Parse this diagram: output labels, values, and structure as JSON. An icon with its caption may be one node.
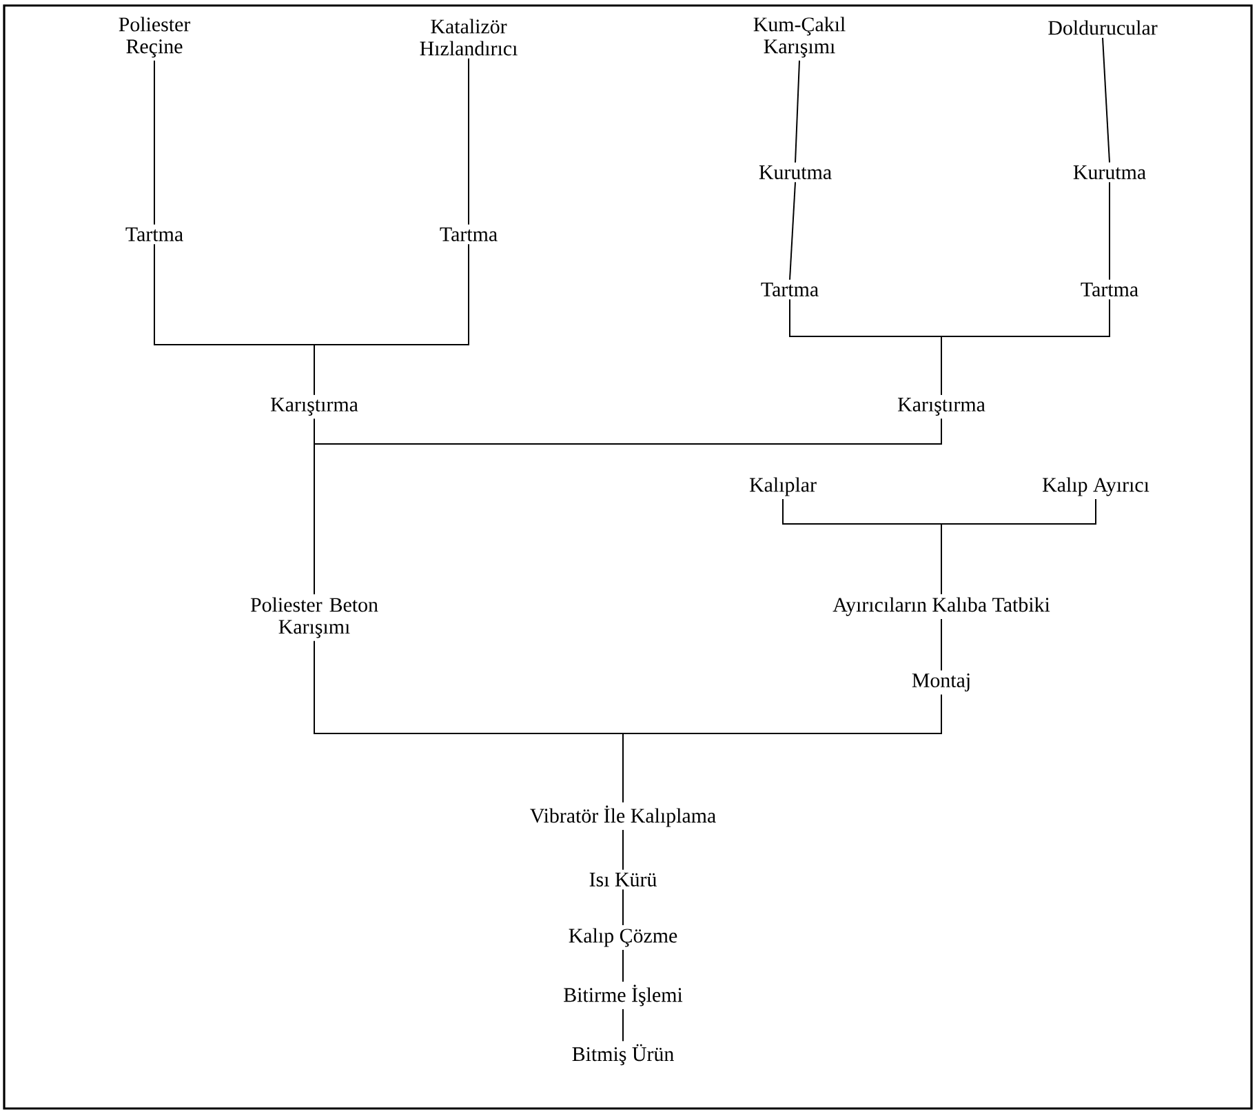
{
  "diagram": {
    "nodes": [
      {
        "text": [
          "Poliester Reçine"
        ]
      },
      {
        "text": [
          "Katalizör Hızlandırıcı"
        ]
      },
      {
        "text": [
          "Kum-Çakıl Karışımı"
        ]
      },
      {
        "text": [
          "Doldurucular"
        ]
      },
      {
        "text": [
          "Tartma"
        ]
      },
      {
        "text": [
          "Tartma"
        ]
      },
      {
        "text": [
          "Kurutma"
        ]
      },
      {
        "text": [
          "Kurutma"
        ]
      },
      {
        "text": [
          "Tartma"
        ]
      },
      {
        "text": [
          "Tartma"
        ]
      },
      {
        "text": [
          "Karıştırma"
        ]
      },
      {
        "text": [
          "Karıştırma"
        ]
      },
      {
        "text": [
          "Kalıplar"
        ]
      },
      {
        "text": [
          "Kalıp Ayırıcı"
        ]
      },
      {
        "text": [
          "Poliester Beton Karışımı"
        ]
      },
      {
        "text": [
          "Ayırıcıların Kalıba Tatbiki"
        ]
      },
      {
        "text": [
          "Montaj"
        ]
      },
      {
        "text": [
          "Vibratör İle Kalıplama"
        ]
      },
      {
        "text": [
          "Isı Kürü"
        ]
      },
      {
        "text": [
          "Kalıp Çözme"
        ]
      },
      {
        "text": [
          "Bitirme İşlemi"
        ]
      },
      {
        "text": [
          "Bitmiş Ürün"
        ]
      }
    ],
    "edges": [
      {
        "from": 0,
        "to": 4,
        "arrow": "none"
      },
      {
        "from": 1,
        "to": 5,
        "arrow": "none"
      },
      {
        "from": 2,
        "to": 6,
        "arrow": "none"
      },
      {
        "from": 3,
        "to": 7,
        "arrow": "none"
      },
      {
        "from": 6,
        "to": 8,
        "arrow": "none"
      },
      {
        "from": 7,
        "to": 9,
        "arrow": "none"
      },
      {
        "from": 4,
        "to": 10,
        "arrow": "none"
      },
      {
        "from": 5,
        "to": 10,
        "arrow": "none"
      },
      {
        "from": 8,
        "to": 11,
        "arrow": "none"
      },
      {
        "from": 9,
        "to": 11,
        "arrow": "none"
      },
      {
        "from": 10,
        "to": 14,
        "arrow": "none"
      },
      {
        "from": 11,
        "to": 14,
        "arrow": "none"
      },
      {
        "from": 12,
        "to": 15,
        "arrow": "none"
      },
      {
        "from": 13,
        "to": 15,
        "arrow": "none"
      },
      {
        "from": 15,
        "to": 16,
        "arrow": "none"
      },
      {
        "from": 14,
        "to": 17,
        "arrow": "none"
      },
      {
        "from": 16,
        "to": 17,
        "arrow": "none"
      },
      {
        "from": 17,
        "to": 18,
        "arrow": "none"
      },
      {
        "from": 18,
        "to": 19,
        "arrow": "none"
      },
      {
        "from": 19,
        "to": 20,
        "arrow": "none"
      },
      {
        "from": 20,
        "to": 21,
        "arrow": "none"
      }
    ]
  }
}
